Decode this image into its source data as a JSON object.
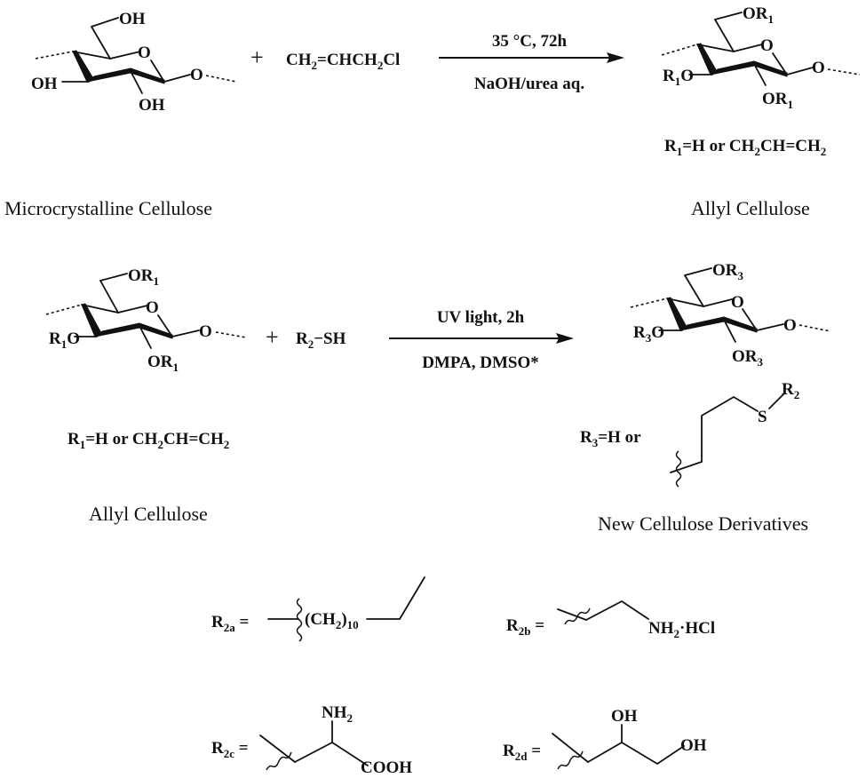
{
  "scheme": {
    "title": "Synthesis of allyl cellulose and thiol-ene cellulose derivatives",
    "step1": {
      "reactant1": {
        "name": "Microcrystalline Cellulose",
        "substituents": {
          "c6": "OH",
          "c3": "OH",
          "c2": "OH",
          "ring_o": "O",
          "glyco_o": "O"
        }
      },
      "plus": "+",
      "reactant2": {
        "formula_parts": [
          "CH",
          "2",
          "=CHCH",
          "2",
          "Cl"
        ]
      },
      "conditions_above": "35 °C, 72h",
      "conditions_below": "NaOH/urea aq.",
      "product": {
        "name": "Allyl Cellulose",
        "substituents": {
          "c6": "OR",
          "c3": "R",
          "c2": "OR",
          "r_index": "1",
          "ring_o": "O",
          "glyco_o": "O"
        },
        "definition_parts": [
          "R",
          "1",
          "=H or CH",
          "2",
          "CH=CH",
          "2"
        ]
      }
    },
    "step2": {
      "reactant1": {
        "name": "Allyl Cellulose",
        "substituents": {
          "c6": "OR",
          "c3": "R",
          "c2": "OR",
          "r_index": "1",
          "ring_o": "O",
          "glyco_o": "O"
        },
        "definition_parts": [
          "R",
          "1",
          "=H or CH",
          "2",
          "CH=CH",
          "2"
        ]
      },
      "plus": "+",
      "reactant2": {
        "parts": [
          "R",
          "2",
          "−SH"
        ]
      },
      "conditions_above": "UV light, 2h",
      "conditions_below": "DMPA, DMSO*",
      "product": {
        "name": "New Cellulose Derivatives",
        "substituents": {
          "c6": "OR",
          "c3": "R",
          "c2": "OR",
          "r_index": "3",
          "ring_o": "O",
          "glyco_o": "O"
        },
        "definition_prefix_parts": [
          "R",
          "3",
          "=H or"
        ],
        "side_chain": {
          "heteroatom": "S",
          "r_label": "R",
          "r_index": "2"
        }
      }
    },
    "r2_groups": [
      {
        "id": "R2a",
        "label_parts": [
          "R",
          "2a",
          " ="
        ],
        "formula_parts": [
          "(CH",
          "2",
          ")",
          "10"
        ]
      },
      {
        "id": "R2b",
        "label_parts": [
          "R",
          "2b",
          " ="
        ],
        "terminal_parts": [
          "NH",
          "2",
          "·HCl"
        ]
      },
      {
        "id": "R2c",
        "label_parts": [
          "R",
          "2c",
          " ="
        ],
        "top_parts": [
          "NH",
          "2"
        ],
        "end": "COOH"
      },
      {
        "id": "R2d",
        "label_parts": [
          "R",
          "2d",
          " ="
        ],
        "top": "OH",
        "end": "OH"
      }
    ]
  }
}
